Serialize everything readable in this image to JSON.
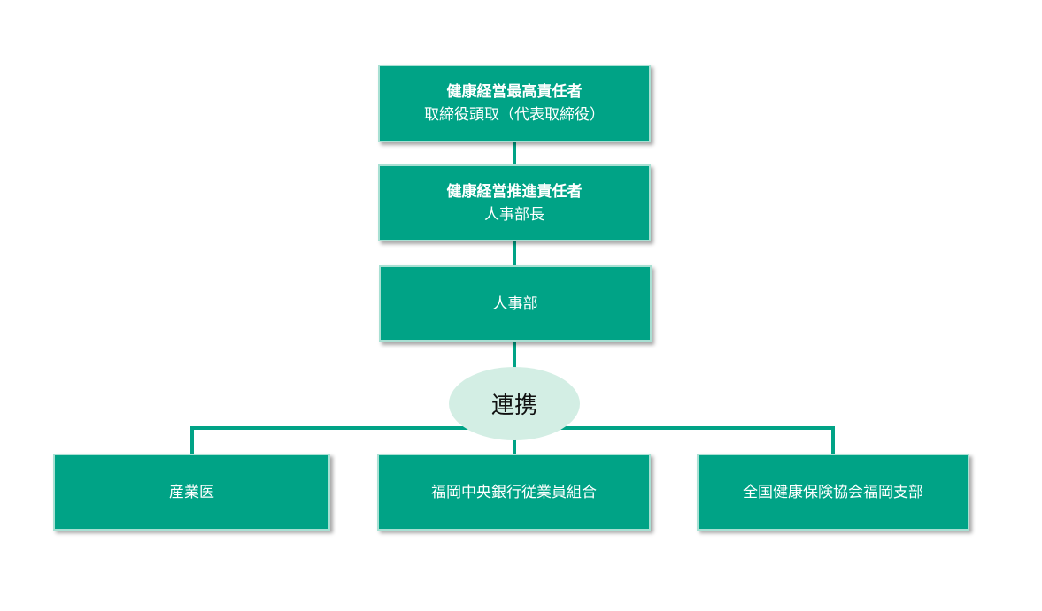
{
  "org_chart": {
    "top": {
      "title": "健康経営最高責任者",
      "subtitle": "取締役頭取（代表取締役）"
    },
    "promoter": {
      "title": "健康経営推進責任者",
      "subtitle": "人事部長"
    },
    "department": {
      "label": "人事部"
    },
    "link": {
      "label": "連携"
    },
    "partners": [
      {
        "label": "産業医"
      },
      {
        "label": "福岡中央銀行従業員組合"
      },
      {
        "label": "全国健康保険協会福岡支部"
      }
    ]
  },
  "colors": {
    "box_fill": "#00a386",
    "box_border": "#a8e0d3",
    "connector": "#00a386",
    "ellipse_fill": "#d3eee4"
  }
}
